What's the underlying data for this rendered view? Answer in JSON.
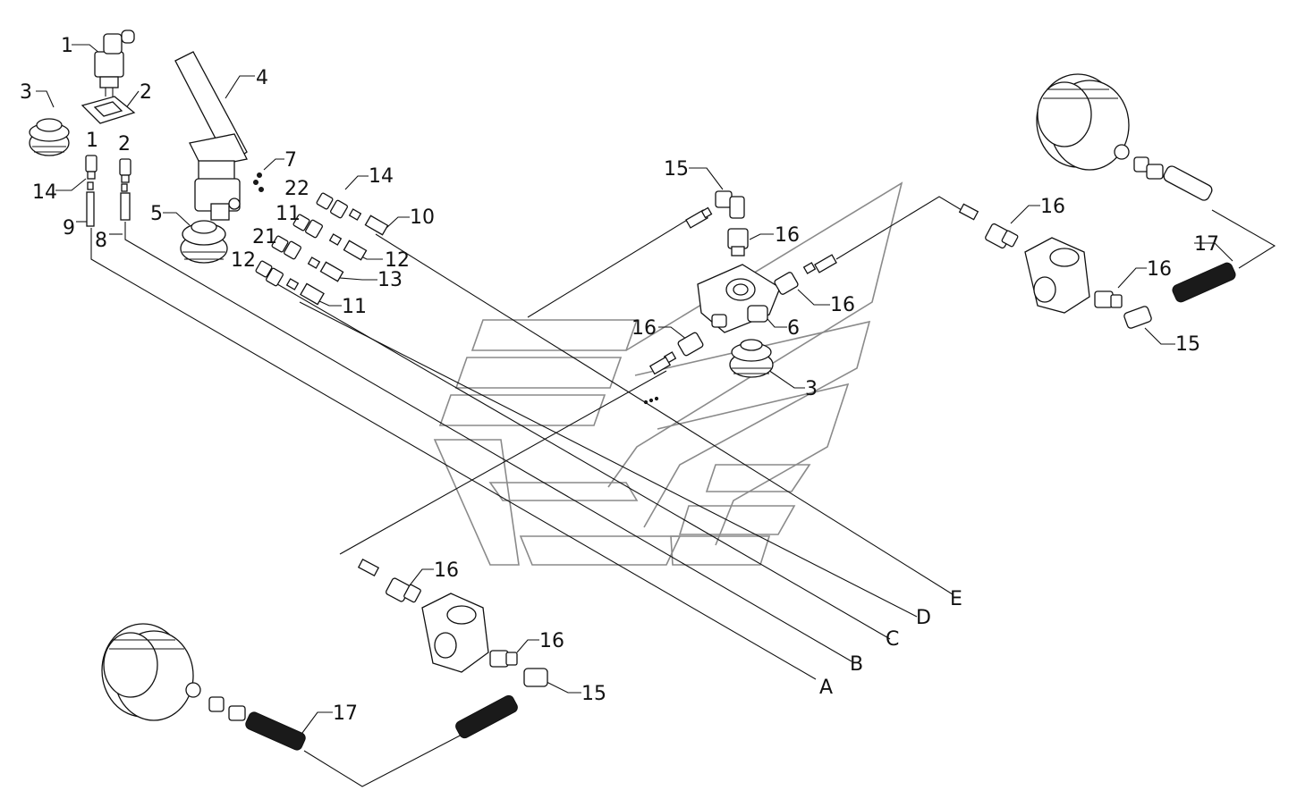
{
  "labels": {
    "l1a": "1",
    "l2a": "2",
    "l3a": "3",
    "l4": "4",
    "l1b": "1",
    "l2b": "2",
    "l14a": "14",
    "l9": "9",
    "l8": "8",
    "l5": "5",
    "l7": "7",
    "l22": "22",
    "l14b": "14",
    "l10": "10",
    "l11a": "11",
    "l12a": "12",
    "l21": "21",
    "l12b": "12",
    "l13": "13",
    "l11b": "11",
    "l15a": "15",
    "l16a": "16",
    "l16b": "16",
    "l6": "6",
    "l16c": "16",
    "l3b": "3",
    "l16d": "16",
    "l16e": "16",
    "l17a": "17",
    "l15b": "15",
    "l16f": "16",
    "l16g": "16",
    "l15c": "15",
    "l17b": "17",
    "lA": "A",
    "lB": "B",
    "lC": "C",
    "lD": "D",
    "lE": "E"
  }
}
